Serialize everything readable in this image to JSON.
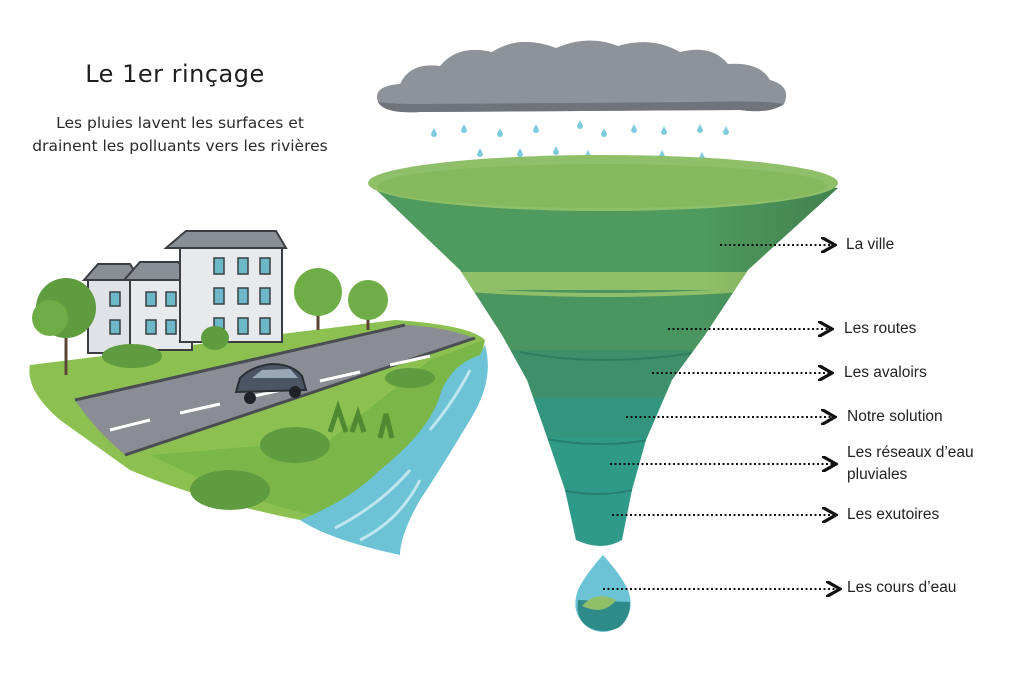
{
  "title": "Le 1er rinçage",
  "subtitle": [
    "Les pluies lavent les surfaces et",
    "drainent les polluants vers les rivières"
  ],
  "funnel": {
    "stages": [
      {
        "key": "ville",
        "lines": [
          "La ville"
        ]
      },
      {
        "key": "routes",
        "lines": [
          "Les routes"
        ]
      },
      {
        "key": "avaloirs",
        "lines": [
          "Les avaloirs"
        ]
      },
      {
        "key": "solution",
        "lines": [
          "Notre solution"
        ]
      },
      {
        "key": "reseaux",
        "lines": [
          "Les réseaux d’eau",
          "pluviales"
        ]
      },
      {
        "key": "exutoires",
        "lines": [
          "Les exutoires"
        ]
      },
      {
        "key": "cours",
        "lines": [
          "Les cours d’eau"
        ]
      }
    ]
  },
  "colors": {
    "cloud": "#8e939a",
    "rain": "#7ecbe0",
    "funnel_top": "#8fbf68",
    "funnel_green": "#4e9a5c",
    "funnel_teal": "#2f9a8a",
    "water": "#6cc3d5",
    "grass": "#8cc152",
    "road": "#8a8d93"
  }
}
